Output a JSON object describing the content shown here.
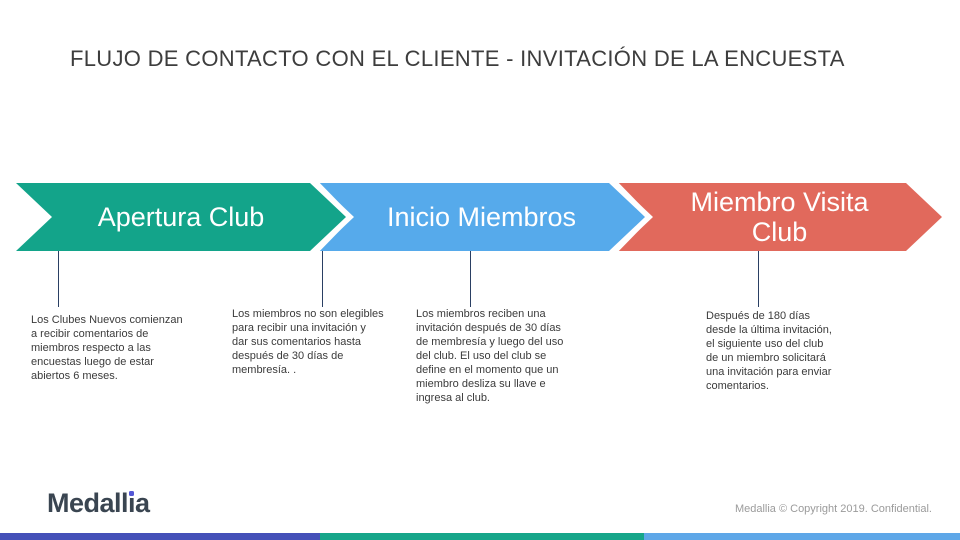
{
  "slide": {
    "title": "FLUJO DE CONTACTO CON EL CLIENTE - INVITACIÓN DE LA ENCUESTA",
    "footer": "Medallia © Copyright 2019. Confidential."
  },
  "logo": {
    "full_name": "Medallia",
    "pre": "Medall",
    "dotless_i": "ı",
    "post": "a",
    "text_color": "#3a4551",
    "dot_color": "#5457d6"
  },
  "flow": {
    "steps": [
      {
        "label": "Apertura Club",
        "color": "#13a48a"
      },
      {
        "label": "Inicio Miembros",
        "color": "#56aaeb"
      },
      {
        "label": "Miembro Visita\nClub",
        "color": "#e1695c"
      }
    ]
  },
  "notes": [
    {
      "text": "Los Clubes Nuevos comienzan\na recibir comentarios de\nmiembros respecto a las\nencuestas luego de estar\nabiertos 6 meses."
    },
    {
      "text": "Los miembros no son elegibles\npara recibir una invitación y\ndar sus comentarios hasta\ndespués de 30 días de\nmembresía. ."
    },
    {
      "text": "Los miembros reciben una\ninvitación después de 30 días\nde membresía y luego del uso\ndel club. El uso del club se\ndefine en el momento que un\nmiembro desliza su llave e\ningresa al club."
    },
    {
      "text": "Después de 180 días\ndesde la última invitación,\nel siguiente uso del club\nde un miembro solicitará\nuna invitación para enviar\ncomentarios."
    }
  ],
  "accent_bars": [
    {
      "color": "#4450b8"
    },
    {
      "color": "#16a68a"
    },
    {
      "color": "#5ea7e8"
    }
  ]
}
